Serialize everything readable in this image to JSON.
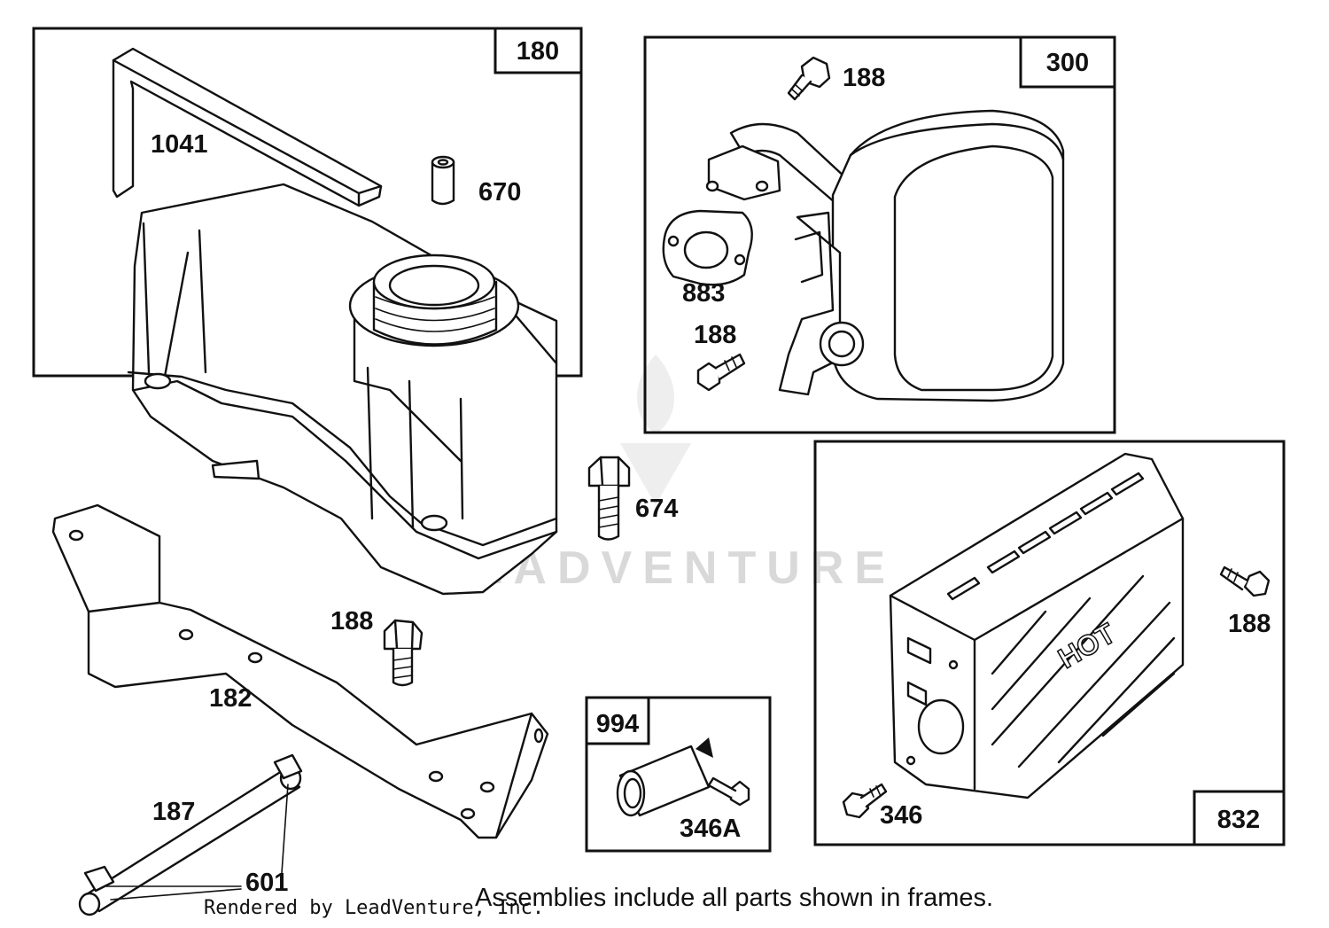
{
  "frames": {
    "f180": "180",
    "f300": "300",
    "f832": "832",
    "f994": "994"
  },
  "callouts": {
    "c1041": "1041",
    "c670": "670",
    "c188_top": "188",
    "c883": "883",
    "c188_mid": "188",
    "c674": "674",
    "c188_right": "188",
    "c188_low": "188",
    "c182": "182",
    "c187": "187",
    "c601": "601",
    "c346A": "346A",
    "c346": "346"
  },
  "decal_text": "HOT",
  "watermark": "LEADVENTURE",
  "footer": {
    "rendered_by": "Rendered by LeadVenture, Inc.",
    "note": "Assemblies include all parts shown in frames."
  }
}
